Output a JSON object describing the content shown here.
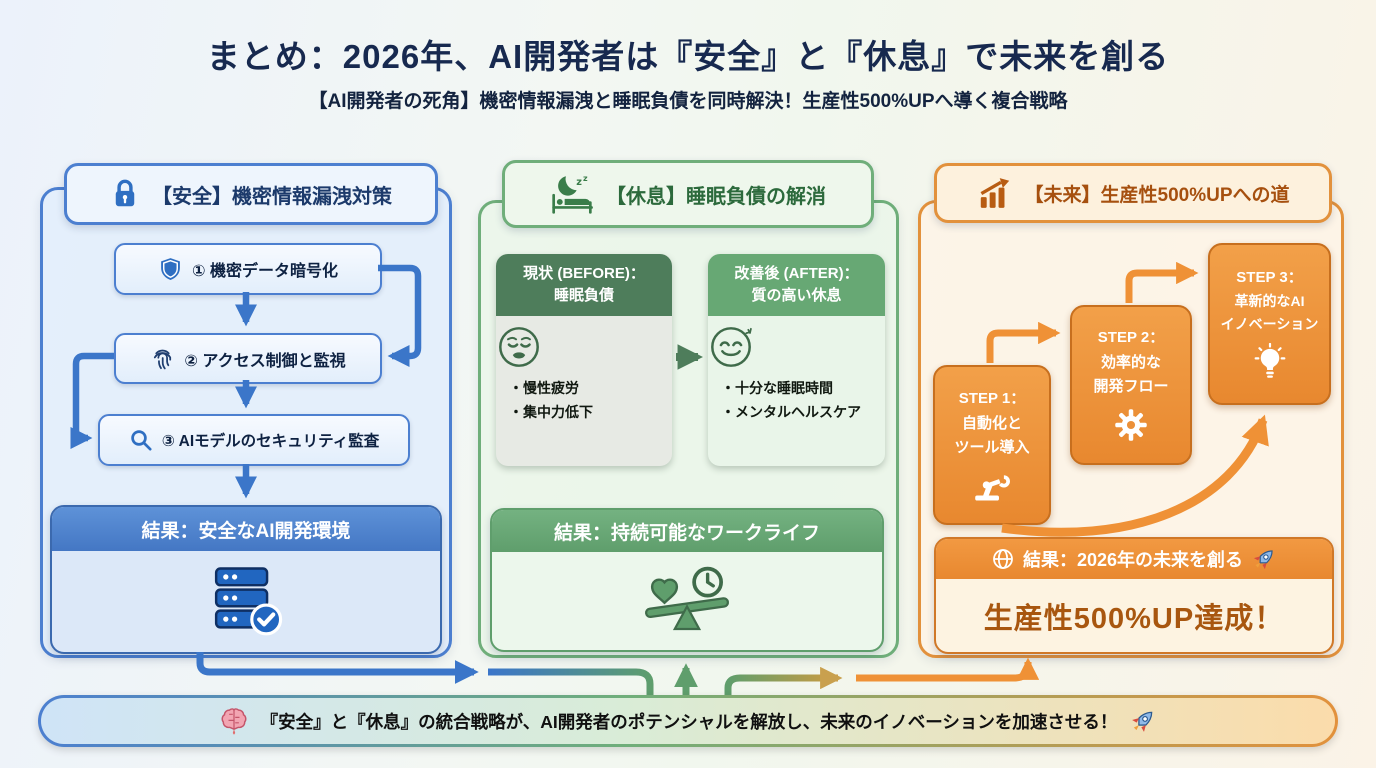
{
  "header": {
    "title": "まとめ：2026年、AI開発者は『安全』と『休息』で未来を創る",
    "subtitle": "【AI開発者の死角】機密情報漏洩と睡眠負債を同時解決！生産性500%UPへ導く複合戦略"
  },
  "safety": {
    "header_label": "【安全】機密情報漏洩対策",
    "boxes": [
      {
        "label": "① 機密データ暗号化",
        "icon": "shield-icon"
      },
      {
        "label": "② アクセス制御と監視",
        "icon": "fingerprint-icon"
      },
      {
        "label": "③ AIモデルのセキュリティ監査",
        "icon": "magnifier-icon"
      }
    ],
    "result_label": "結果：安全なAI開発環境",
    "result_icon": "server-check-icon"
  },
  "rest": {
    "header_label": "【休息】睡眠負債の解消",
    "before": {
      "title_line1": "現状 (BEFORE)：",
      "title_line2": "睡眠負債",
      "icon": "tired-face-icon",
      "bullets": [
        "・慢性疲労",
        "・集中力低下"
      ]
    },
    "after": {
      "title_line1": "改善後 (AFTER)：",
      "title_line2": "質の高い休息",
      "icon": "happy-face-icon",
      "bullets": [
        "・十分な睡眠時間",
        "・メンタルヘルスケア"
      ]
    },
    "result_label": "結果：持続可能なワークライフ",
    "result_icon": "work-life-balance-icon"
  },
  "future": {
    "header_label": "【未来】生産性500%UPへの道",
    "steps": [
      {
        "line1": "STEP 1：",
        "line2": "自動化と",
        "line3": "ツール導入",
        "icon": "robot-arm-icon"
      },
      {
        "line1": "STEP 2：",
        "line2": "効率的な",
        "line3": "開発フロー",
        "icon": "gear-icon"
      },
      {
        "line1": "STEP 3：",
        "line2": "革新的なAI",
        "line3": "イノベーション",
        "icon": "lightbulb-icon"
      }
    ],
    "result_header": "結果：2026年の未来を創る",
    "result_body": "生産性500%UP達成！"
  },
  "footer": {
    "message": "『安全』と『休息』の統合戦略が、AI開発者のポテンシャルを解放し、未来のイノベーションを加速させる！"
  },
  "colors": {
    "blue": "#4c7fd0",
    "dark_blue": "#1c3a6b",
    "green": "#5f9e6c",
    "dark_green": "#2c6a3c",
    "sage": "#4e7d5b",
    "orange": "#e8882f",
    "orange_brown": "#a6500f",
    "title_text": "#17294f"
  }
}
